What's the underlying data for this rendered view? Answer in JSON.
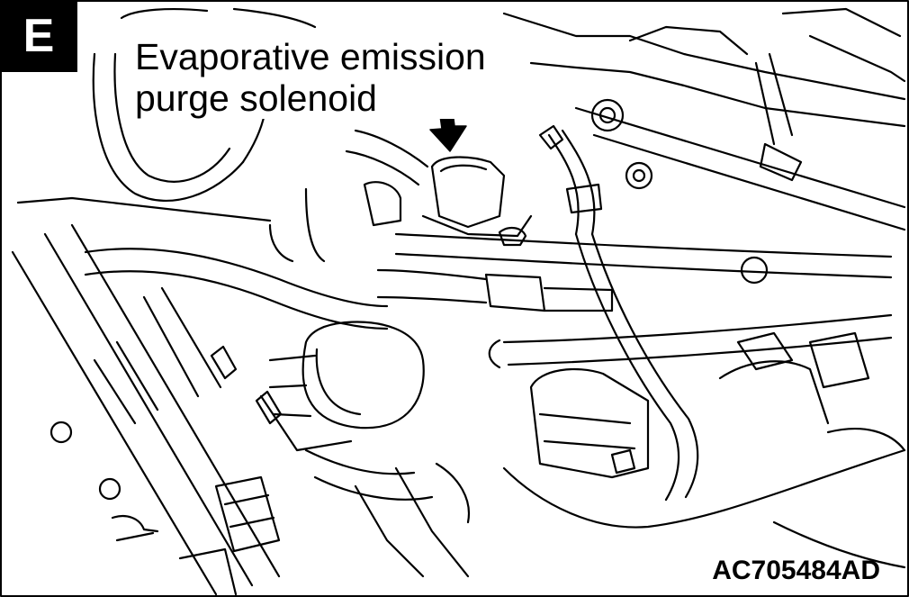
{
  "badge": {
    "letter": "E"
  },
  "callout": {
    "line1": "Evaporative emission",
    "line2": "purge solenoid"
  },
  "figure_code": "AC705484AD",
  "colors": {
    "ink": "#000000",
    "paper": "#ffffff"
  }
}
